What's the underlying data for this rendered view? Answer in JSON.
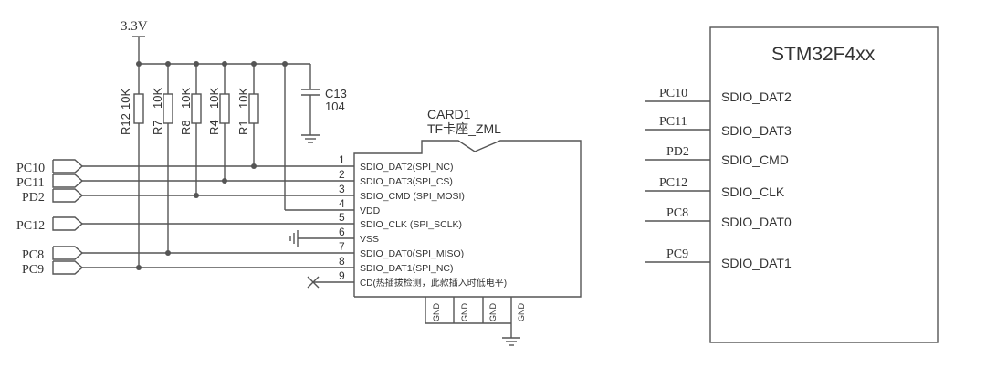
{
  "schematic": {
    "supply": {
      "label": "3.3V"
    },
    "resistors": [
      {
        "ref": "R12",
        "value": "10K"
      },
      {
        "ref": "R7",
        "value": "10K"
      },
      {
        "ref": "R8",
        "value": "10K"
      },
      {
        "ref": "R4",
        "value": "10K"
      },
      {
        "ref": "R1",
        "value": "10K"
      }
    ],
    "capacitor": {
      "ref": "C13",
      "value": "104"
    },
    "card": {
      "ref": "CARD1",
      "name": "TF卡座_ZML",
      "pins": [
        {
          "num": "1",
          "label": "SDIO_DAT2(SPI_NC)"
        },
        {
          "num": "2",
          "label": "SDIO_DAT3(SPI_CS)"
        },
        {
          "num": "3",
          "label": "SDIO_CMD (SPI_MOSI)"
        },
        {
          "num": "4",
          "label": "VDD"
        },
        {
          "num": "5",
          "label": "SDIO_CLK (SPI_SCLK)"
        },
        {
          "num": "6",
          "label": "VSS"
        },
        {
          "num": "7",
          "label": "SDIO_DAT0(SPI_MISO)"
        },
        {
          "num": "8",
          "label": "SDIO_DAT1(SPI_NC)"
        },
        {
          "num": "9",
          "label": "CD(热插拔检测，此款插入时低电平)"
        }
      ],
      "gnd_labels": [
        "GND",
        "GND",
        "GND",
        "GND"
      ]
    },
    "ports": [
      "PC10",
      "PC11",
      "PD2",
      "PC12",
      "PC8",
      "PC9"
    ]
  },
  "mcu": {
    "title": "STM32F4xx",
    "pins": [
      {
        "net": "PC10",
        "label": "SDIO_DAT2"
      },
      {
        "net": "PC11",
        "label": "SDIO_DAT3"
      },
      {
        "net": "PD2",
        "label": "SDIO_CMD"
      },
      {
        "net": "PC12",
        "label": "SDIO_CLK"
      },
      {
        "net": "PC8",
        "label": "SDIO_DAT0"
      },
      {
        "net": "PC9",
        "label": "SDIO_DAT1"
      }
    ]
  }
}
